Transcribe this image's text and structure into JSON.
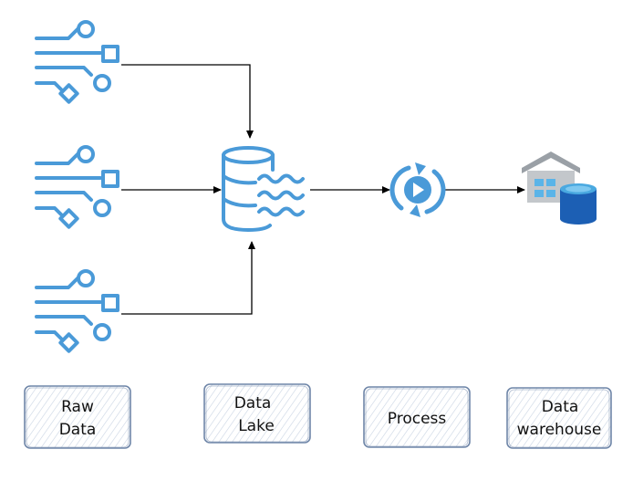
{
  "labels": {
    "raw_data": [
      "Raw",
      "Data"
    ],
    "data_lake": [
      "Data",
      "Lake"
    ],
    "process": [
      "Process"
    ],
    "data_warehouse": [
      "Data",
      "warehouse"
    ]
  },
  "colors": {
    "icon_blue": "#4a9ad8",
    "arrow": "#000000",
    "label_border": "#6f86a8",
    "label_hatch": "#c9d4e3",
    "warehouse_roof": "#9aa0a6",
    "warehouse_window": "#5ab4e8",
    "cylinder_dark": "#1c5fb4",
    "cylinder_top": "#4aa9e0"
  }
}
